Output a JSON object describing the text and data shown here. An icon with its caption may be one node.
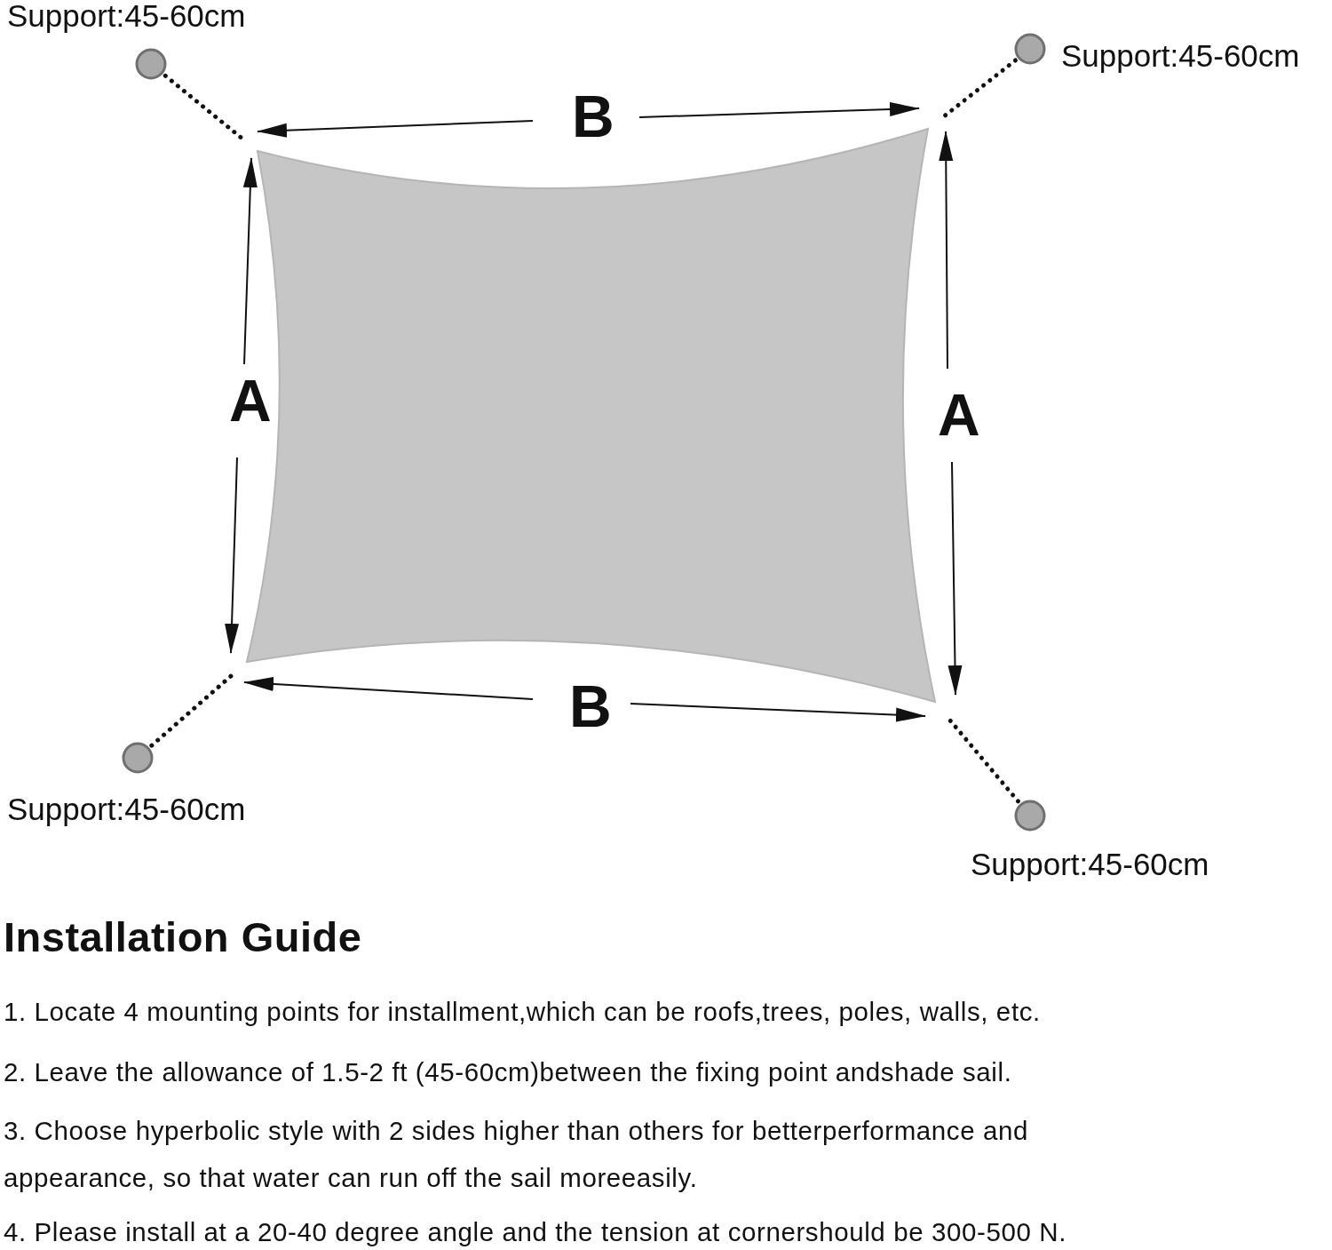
{
  "diagram": {
    "title": "Installation Guide",
    "nodes": [
      {
        "text": [],
        "shape": "box"
      },
      {
        "text": [],
        "shape": "circle",
        "beside": [
          "Support:45-60cm"
        ]
      },
      {
        "text": [],
        "shape": "circle",
        "beside": [
          "Support:45-60cm"
        ]
      },
      {
        "text": [],
        "shape": "circle",
        "beside": [
          "Support:45-60cm"
        ]
      },
      {
        "text": [],
        "shape": "circle",
        "beside": [
          "Support:45-60cm"
        ]
      }
    ],
    "edges": [
      {
        "from": 1,
        "to": 0,
        "arrow": "none",
        "style": "dashed"
      },
      {
        "from": 2,
        "to": 0,
        "arrow": "none",
        "style": "dashed"
      },
      {
        "from": 3,
        "to": 0,
        "arrow": "none",
        "style": "dashed"
      },
      {
        "from": 4,
        "to": 0,
        "arrow": "none",
        "style": "dashed"
      }
    ],
    "labels": [
      "B",
      "A",
      "A",
      "B",
      "1. Locate 4 mounting points for installment,which can be roofs,trees, poles, walls, etc.",
      "2. Leave the allowance of 1.5-2 ft (45-60cm)between the fixing point andshade sail.",
      "3. Choose hyperbolic style with 2 sides higher than others for betterperformance and appearance, so that water can run off the sail moreeasily.",
      "4. Please install at a 20-40 degree angle and the tension at cornershould be 300-500 N."
    ]
  }
}
